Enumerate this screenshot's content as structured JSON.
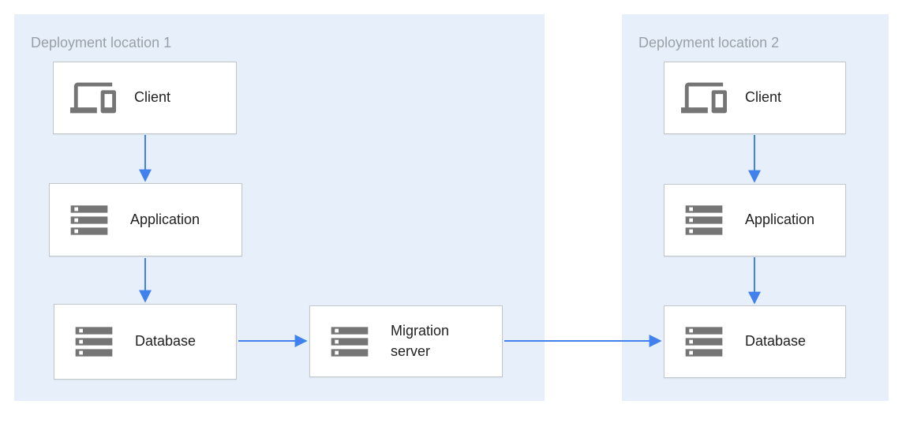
{
  "colors": {
    "region_background": "#e6effa",
    "node_background": "#ffffff",
    "node_border": "#c2c7cb",
    "arrow": "#4081ee",
    "icon": "#757575",
    "label_text": "#212121",
    "region_title_text": "#9aa0a6"
  },
  "diagram": {
    "regions": [
      {
        "title": "Deployment location 1",
        "nodes": [
          {
            "id": "client-1",
            "label": "Client",
            "icon": "devices-icon"
          },
          {
            "id": "application-1",
            "label": "Application",
            "icon": "storage-icon"
          },
          {
            "id": "database-1",
            "label": "Database",
            "icon": "storage-icon"
          },
          {
            "id": "migration-server",
            "label": "Migration server",
            "icon": "storage-icon"
          }
        ]
      },
      {
        "title": "Deployment location 2",
        "nodes": [
          {
            "id": "client-2",
            "label": "Client",
            "icon": "devices-icon"
          },
          {
            "id": "application-2",
            "label": "Application",
            "icon": "storage-icon"
          },
          {
            "id": "database-2",
            "label": "Database",
            "icon": "storage-icon"
          }
        ]
      }
    ],
    "edges": [
      {
        "from": "client-1",
        "to": "application-1"
      },
      {
        "from": "application-1",
        "to": "database-1"
      },
      {
        "from": "database-1",
        "to": "migration-server"
      },
      {
        "from": "migration-server",
        "to": "database-2"
      },
      {
        "from": "client-2",
        "to": "application-2"
      },
      {
        "from": "application-2",
        "to": "database-2"
      }
    ]
  }
}
